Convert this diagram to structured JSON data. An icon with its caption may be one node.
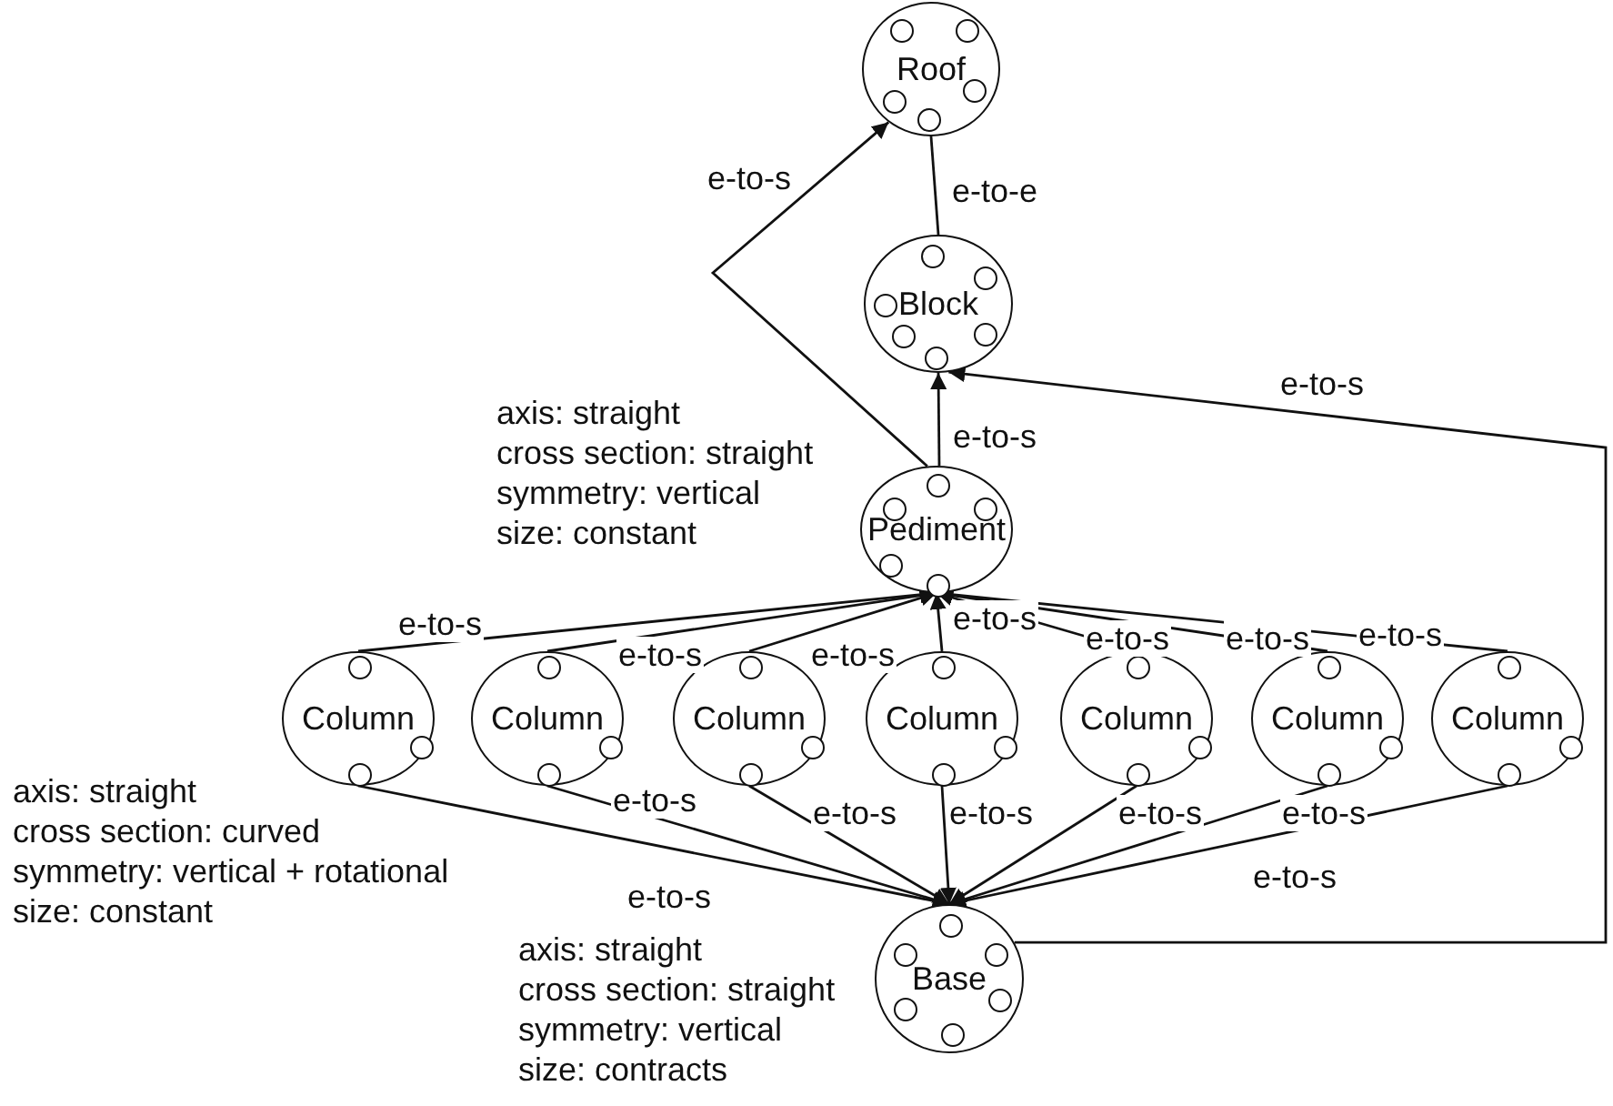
{
  "diagram": {
    "nodes": [
      {
        "text": [
          "Roof"
        ]
      },
      {
        "text": [
          "Block"
        ]
      },
      {
        "text": [
          "Pediment"
        ],
        "beside": [
          "axis: straight",
          "cross section: straight",
          "symmetry: vertical",
          "size: constant"
        ]
      },
      {
        "text": [
          "Column"
        ],
        "beside": [
          "axis: straight",
          "cross section: curved",
          "symmetry: vertical + rotational",
          "size: constant"
        ]
      },
      {
        "text": [
          "Column"
        ]
      },
      {
        "text": [
          "Column"
        ]
      },
      {
        "text": [
          "Column"
        ]
      },
      {
        "text": [
          "Column"
        ]
      },
      {
        "text": [
          "Column"
        ]
      },
      {
        "text": [
          "Column"
        ]
      },
      {
        "text": [
          "Base"
        ],
        "beside": [
          "axis: straight",
          "cross section: straight",
          "symmetry: vertical",
          "size: contracts"
        ]
      }
    ],
    "edges": [
      {
        "from": 1,
        "to": 0,
        "arrow": "none",
        "label": "e-to-e"
      },
      {
        "from": 2,
        "to": 0,
        "arrow": "to",
        "label": "e-to-s"
      },
      {
        "from": 2,
        "to": 1,
        "arrow": "to",
        "label": "e-to-s"
      },
      {
        "from": 10,
        "to": 1,
        "arrow": "to",
        "label": "e-to-s"
      },
      {
        "from": 3,
        "to": 2,
        "arrow": "to",
        "label": "e-to-s"
      },
      {
        "from": 4,
        "to": 2,
        "arrow": "to",
        "label": "e-to-s"
      },
      {
        "from": 5,
        "to": 2,
        "arrow": "to",
        "label": "e-to-s"
      },
      {
        "from": 6,
        "to": 2,
        "arrow": "to",
        "label": "e-to-s"
      },
      {
        "from": 7,
        "to": 2,
        "arrow": "to",
        "label": "e-to-s"
      },
      {
        "from": 8,
        "to": 2,
        "arrow": "to",
        "label": "e-to-s"
      },
      {
        "from": 9,
        "to": 2,
        "arrow": "to",
        "label": "e-to-s"
      },
      {
        "from": 3,
        "to": 10,
        "arrow": "to",
        "label": "e-to-s"
      },
      {
        "from": 4,
        "to": 10,
        "arrow": "to",
        "label": "e-to-s"
      },
      {
        "from": 5,
        "to": 10,
        "arrow": "to",
        "label": "e-to-s"
      },
      {
        "from": 6,
        "to": 10,
        "arrow": "to",
        "label": "e-to-s"
      },
      {
        "from": 7,
        "to": 10,
        "arrow": "to",
        "label": "e-to-s"
      },
      {
        "from": 8,
        "to": 10,
        "arrow": "to",
        "label": "e-to-s"
      },
      {
        "from": 9,
        "to": 10,
        "arrow": "to",
        "label": "e-to-s"
      }
    ]
  }
}
